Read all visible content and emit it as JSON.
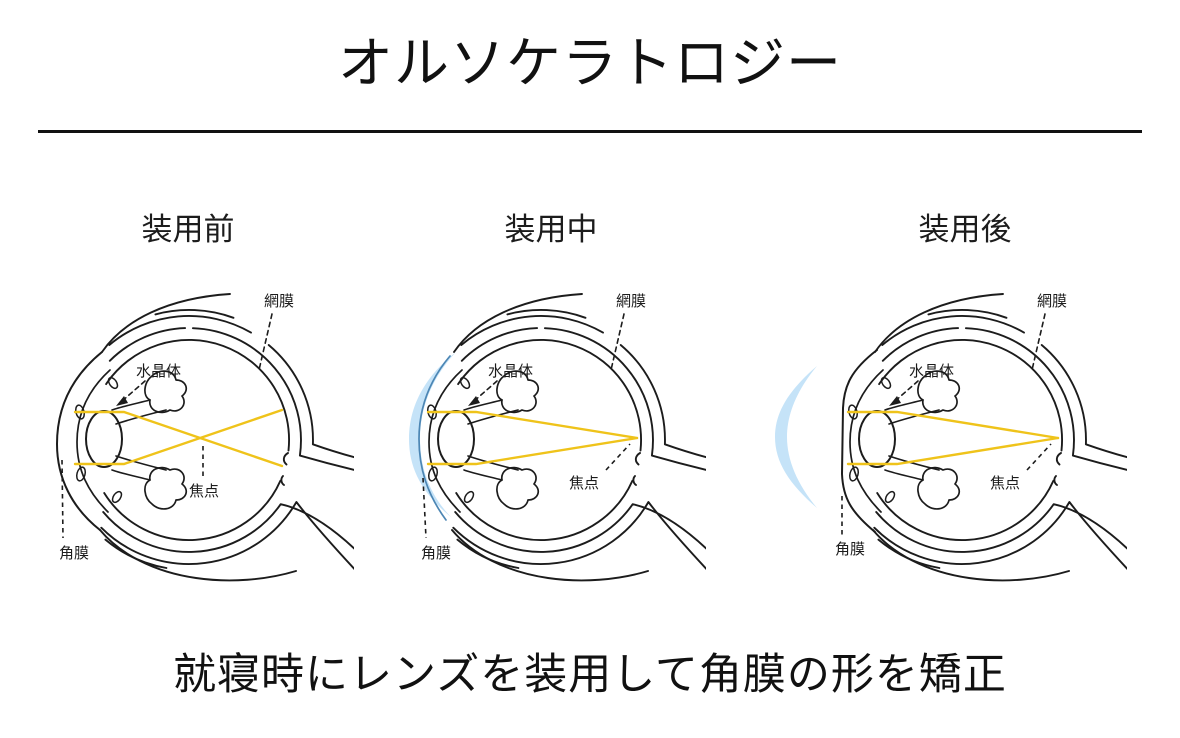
{
  "title": "オルソケラトロジー",
  "caption": "就寝時にレンズを装用して角膜の形を矯正",
  "panels": [
    {
      "heading": "装用前",
      "labels": {
        "retina": "網膜",
        "lens": "水晶体",
        "focus": "焦点",
        "cornea": "角膜"
      },
      "contact_lens": "none",
      "focus_point": "in front of retina"
    },
    {
      "heading": "装用中",
      "labels": {
        "retina": "網膜",
        "lens": "水晶体",
        "focus": "焦点",
        "cornea": "角膜"
      },
      "contact_lens": "worn on cornea",
      "focus_point": "on retina"
    },
    {
      "heading": "装用後",
      "labels": {
        "retina": "網膜",
        "lens": "水晶体",
        "focus": "焦点",
        "cornea": "角膜"
      },
      "contact_lens": "removed",
      "focus_point": "on retina"
    }
  ],
  "colors": {
    "outline": "#1c1c1c",
    "light_ray": "#EFC31A",
    "contact_lens_fill": "#C5E3F8",
    "flattened_cornea_line": "#4C86B4"
  }
}
